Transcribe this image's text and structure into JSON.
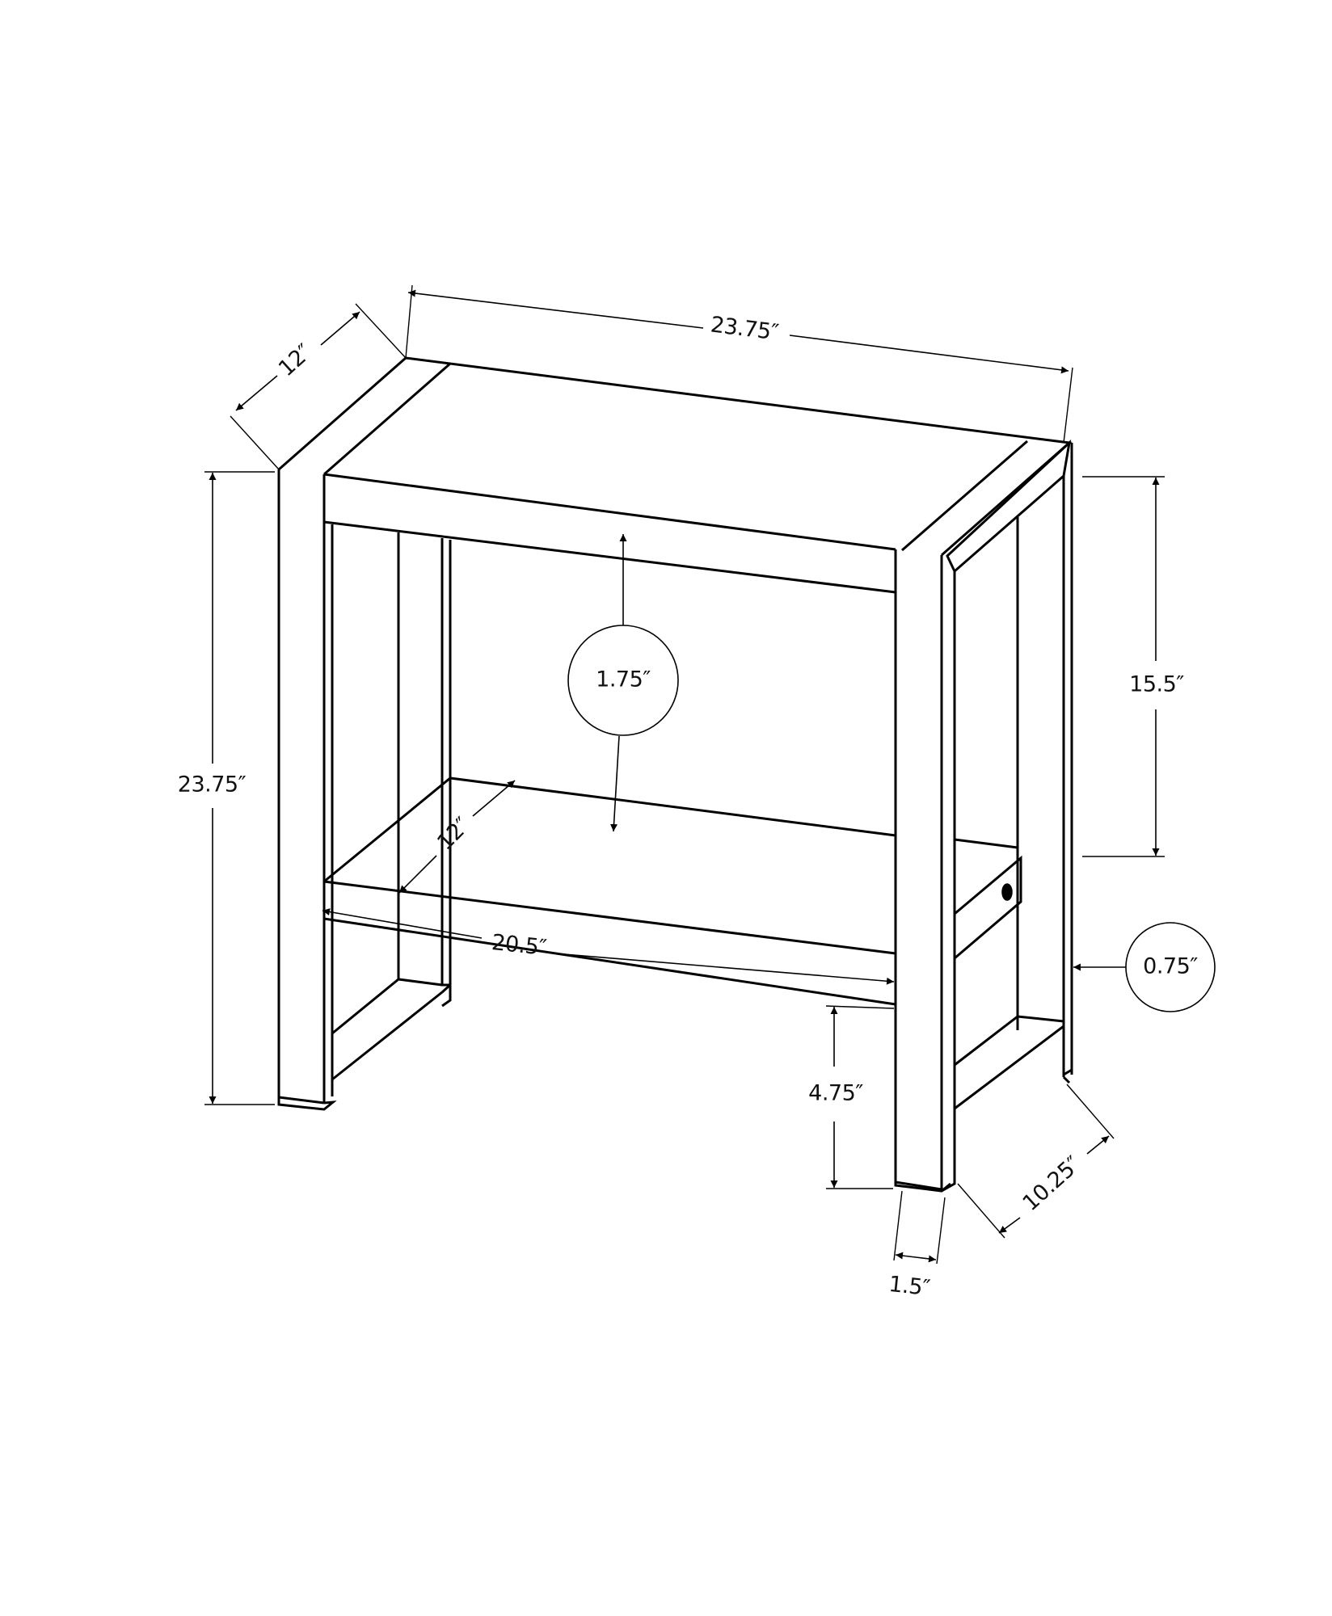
{
  "diagram": {
    "subject": "Accent side table with lower shelf — dimensioned line drawing",
    "background_color": "#ffffff",
    "line_color": "#000000",
    "dimensions": {
      "overall_width": "23.75″",
      "overall_depth": "12″",
      "overall_height": "23.75″",
      "shelf_clearance_height": "15.5″",
      "top_thickness": "1.75″",
      "panel_thickness": "0.75″",
      "shelf_depth": "12″",
      "shelf_width": "20.5″",
      "floor_clearance": "4.75″",
      "leg_width": "1.5″",
      "base_depth": "10.25″"
    }
  }
}
